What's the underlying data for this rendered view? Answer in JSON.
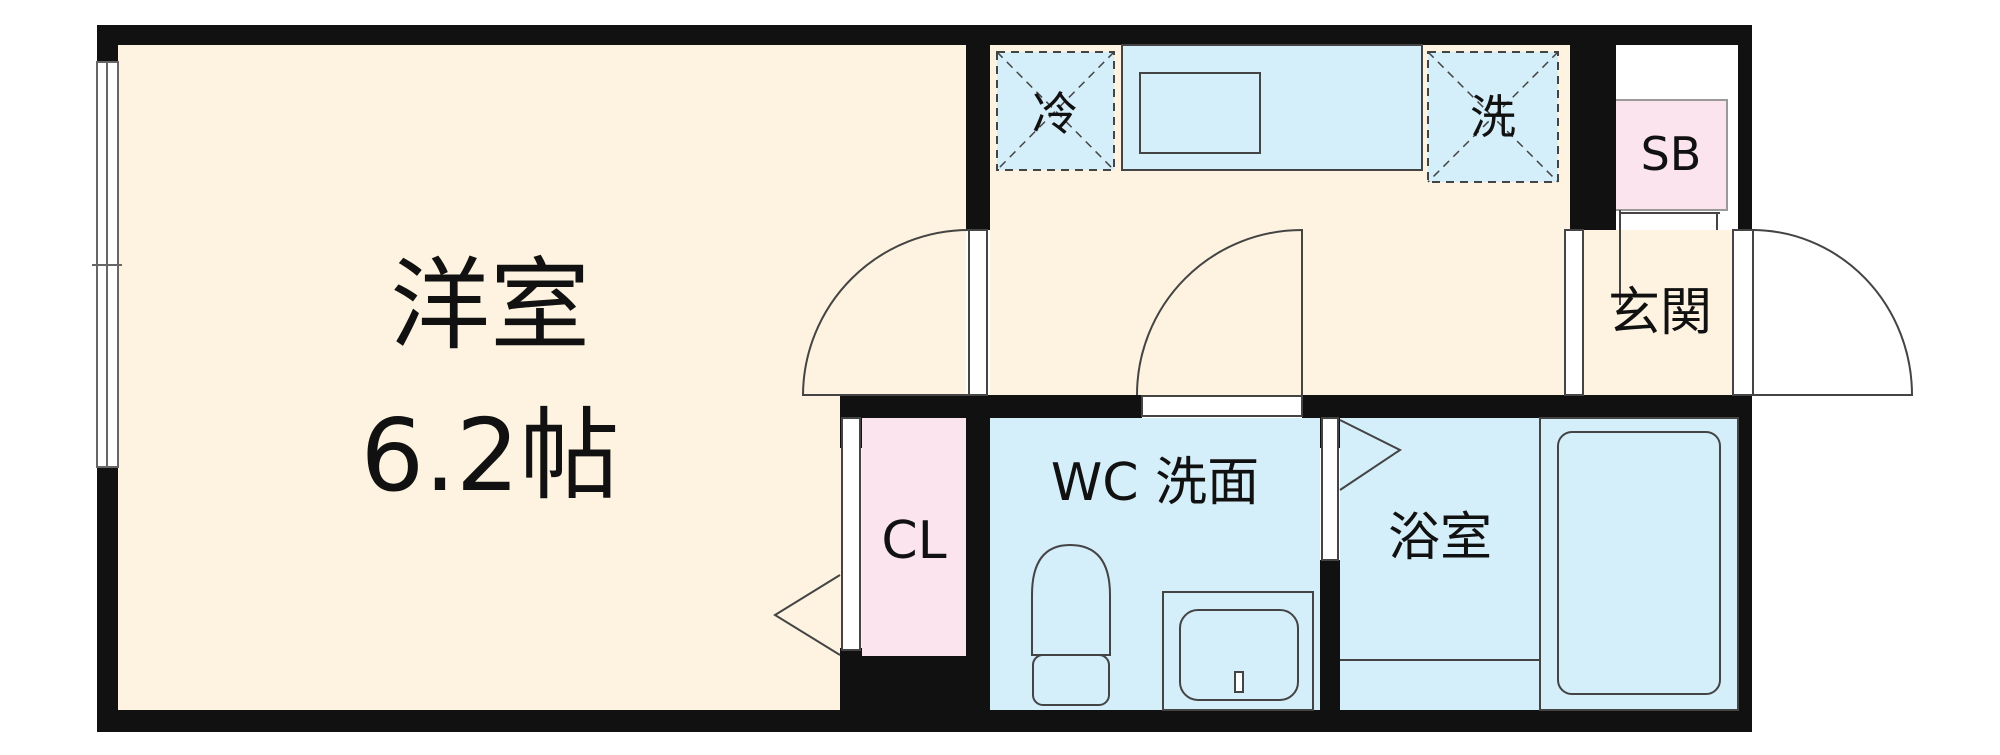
{
  "rooms": {
    "western_room": {
      "name": "洋室",
      "size": "6.2帖"
    },
    "closet": "CL",
    "toilet_wash": "WC 洗面",
    "bathroom": "浴室",
    "entrance": "玄関",
    "shoe_box": "SB",
    "fridge": "冷",
    "washer": "洗"
  },
  "colors": {
    "wall": "#111111",
    "western_room_floor": "#fdf3e0",
    "kitchen_floor": "#fdf3e0",
    "wet_area_floor": "#d4eefa",
    "closet_floor": "#fbe4ee",
    "entrance_floor": "#fdf3e0",
    "window": "#ffffff"
  }
}
